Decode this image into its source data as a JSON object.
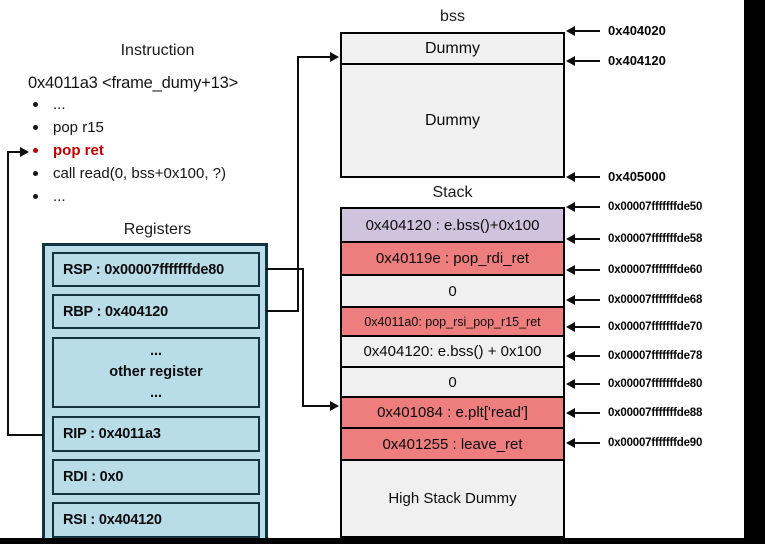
{
  "palette": {
    "register_fill": "#b9dce9",
    "register_border": "#12333f",
    "memory_gray": "#f0f0f0",
    "stack_purple": "#cfc3de",
    "stack_red": "#ee7d7d",
    "highlight_text_red": "#c00000",
    "line_black": "#0d0d0d"
  },
  "instruction": {
    "title": "Instruction",
    "header": "0x4011a3 <frame_dumy+13>",
    "items": [
      {
        "text": "...",
        "highlight": false
      },
      {
        "text": "pop r15",
        "highlight": false
      },
      {
        "text": "pop ret",
        "highlight": true
      },
      {
        "text": "call read(0, bss+0x100, ?)",
        "highlight": false
      },
      {
        "text": "...",
        "highlight": false
      }
    ]
  },
  "registers": {
    "title": "Registers",
    "rsp": "RSP : 0x00007fffffffde80",
    "rbp": "RBP : 0x404120",
    "other": {
      "top": "...",
      "label": "other register",
      "bottom": "..."
    },
    "rip": "RIP : 0x4011a3",
    "rdi": "RDI : 0x0",
    "rsi": "RSI : 0x404120"
  },
  "bss": {
    "title": "bss",
    "rows": [
      {
        "label": "Dummy"
      },
      {
        "label": "Dummy"
      }
    ],
    "addresses": [
      "0x404020",
      "0x404120",
      "0x405000"
    ]
  },
  "stack": {
    "title": "Stack",
    "rows": [
      {
        "label": "0x404120 : e.bss()+0x100",
        "color": "purple"
      },
      {
        "label": "0x40119e : pop_rdi_ret",
        "color": "red"
      },
      {
        "label": "0",
        "color": "gray"
      },
      {
        "label": "0x4011a0: pop_rsi_pop_r15_ret",
        "color": "red"
      },
      {
        "label": "0x404120: e.bss() + 0x100",
        "color": "gray"
      },
      {
        "label": "0",
        "color": "gray"
      },
      {
        "label": "0x401084 : e.plt['read']",
        "color": "red"
      },
      {
        "label": "0x401255 : leave_ret",
        "color": "red"
      },
      {
        "label": "High Stack Dummy",
        "color": "gray"
      }
    ],
    "addresses": [
      "0x00007fffffffde50",
      "0x00007fffffffde58",
      "0x00007fffffffde60",
      "0x00007fffffffde68",
      "0x00007fffffffde70",
      "0x00007fffffffde78",
      "0x00007fffffffde80",
      "0x00007fffffffde88",
      "0x00007fffffffde90"
    ]
  }
}
